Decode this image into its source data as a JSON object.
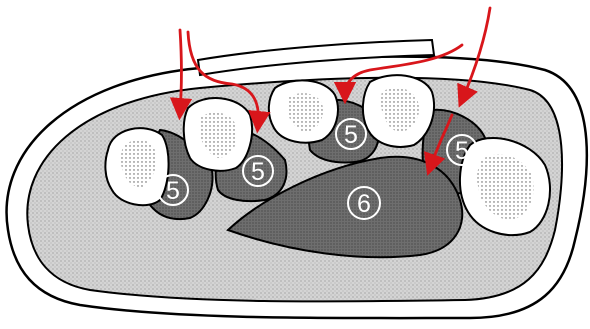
{
  "colors": {
    "outline": "#000000",
    "paper": "#ffffff",
    "stipple_light": "#d4d4d4",
    "stipple_dark": "#6e6e6e",
    "arrow": "#d8161b"
  },
  "labels": {
    "comp_a": "5",
    "comp_b": "5",
    "comp_c": "5",
    "comp_d": "5",
    "comp_e": "6"
  }
}
